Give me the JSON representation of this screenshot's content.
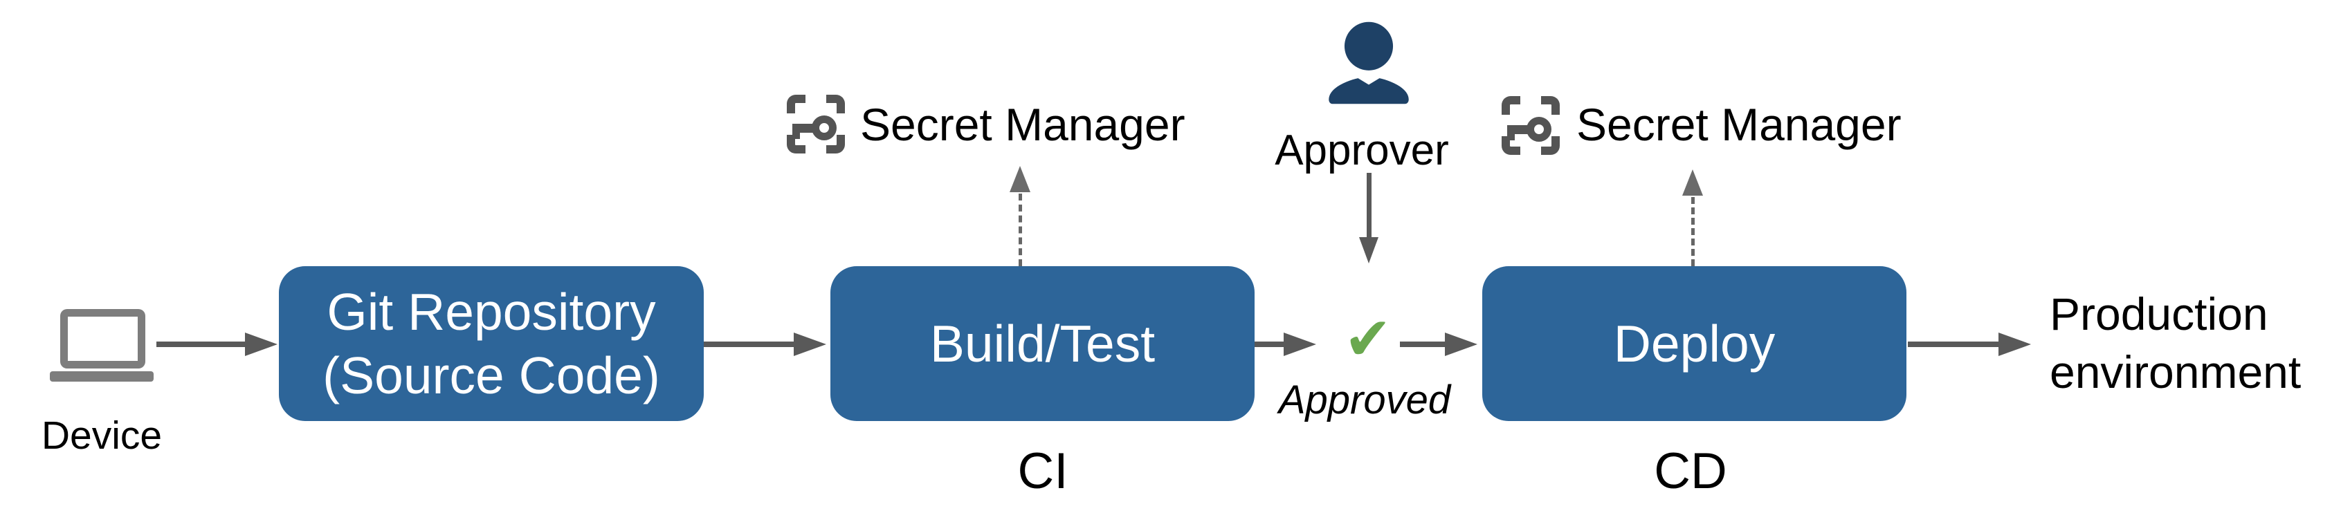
{
  "diagram": {
    "title": "CI/CD pipeline with approval and secret management",
    "background": "#ffffff"
  },
  "colors": {
    "box_blue": "#2d6599",
    "box_text_white": "#ffffff",
    "arrow_gray": "#595959",
    "dashed_arrow_gray": "#666666",
    "secret_icon_gray": "#545454",
    "laptop_gray": "#7d7d7d",
    "person_navy": "#1e4166",
    "check_green": "#6aa84f",
    "label_black": "#000000"
  },
  "nodes": {
    "device": {
      "label": "Device",
      "icon": "laptop-icon"
    },
    "git": {
      "label_line1": "Git Repository",
      "label_line2": "(Source Code)"
    },
    "build": {
      "label": "Build/Test",
      "sublabel": "CI"
    },
    "deploy": {
      "label": "Deploy",
      "sublabel": "CD"
    },
    "production": {
      "label_line1": "Production",
      "label_line2": "environment"
    },
    "approver": {
      "label": "Approver",
      "icon": "person-icon"
    },
    "approved": {
      "label": "Approved",
      "icon": "check-icon",
      "check_glyph": "✔"
    },
    "secret_manager_1": {
      "label": "Secret Manager",
      "icon": "key-frame-icon"
    },
    "secret_manager_2": {
      "label": "Secret Manager",
      "icon": "key-frame-icon"
    }
  },
  "edges": [
    {
      "from": "device",
      "to": "git",
      "style": "solid-arrow"
    },
    {
      "from": "git",
      "to": "build",
      "style": "solid-arrow"
    },
    {
      "from": "build",
      "to": "approved",
      "style": "solid-arrow"
    },
    {
      "from": "approver",
      "to": "approved",
      "style": "solid-arrow"
    },
    {
      "from": "approved",
      "to": "deploy",
      "style": "solid-arrow"
    },
    {
      "from": "deploy",
      "to": "production",
      "style": "solid-arrow"
    },
    {
      "from": "build",
      "to": "secret_manager_1",
      "style": "dashed-arrow"
    },
    {
      "from": "deploy",
      "to": "secret_manager_2",
      "style": "dashed-arrow"
    }
  ]
}
